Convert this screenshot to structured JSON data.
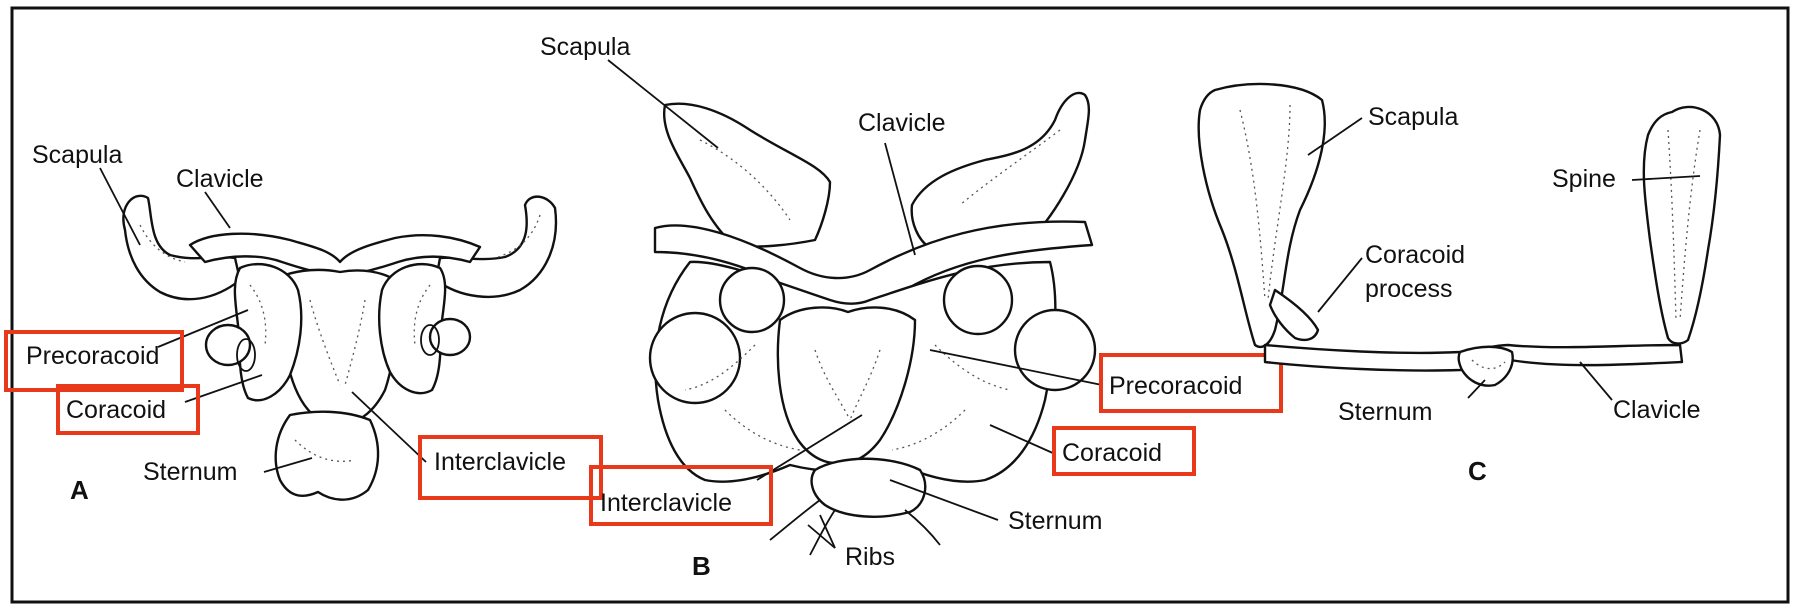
{
  "colors": {
    "highlight": "#e8391a",
    "ink": "#111111",
    "background": "#ffffff"
  },
  "panels": {
    "a": "A",
    "b": "B",
    "c": "C"
  },
  "labels": {
    "a": {
      "scapula": "Scapula",
      "clavicle": "Clavicle",
      "precoracoid": "Precoracoid",
      "coracoid": "Coracoid",
      "sternum": "Sternum",
      "interclavicle": "Interclavicle"
    },
    "b": {
      "scapula": "Scapula",
      "clavicle": "Clavicle",
      "precoracoid": "Precoracoid",
      "coracoid": "Coracoid",
      "interclavicle": "Interclavicle",
      "sternum": "Sternum",
      "ribs": "Ribs"
    },
    "c": {
      "scapula": "Scapula",
      "spine": "Spine",
      "coracoid_process_line1": "Coracoid",
      "coracoid_process_line2": "process",
      "sternum": "Sternum",
      "clavicle": "Clavicle"
    }
  }
}
